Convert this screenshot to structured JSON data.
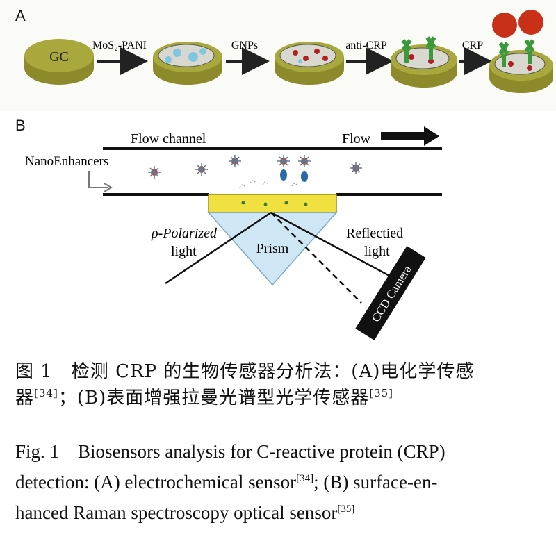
{
  "panel_a": {
    "label": "A",
    "electrode_label": "GC",
    "steps": [
      {
        "arrow_label": "MoS₂-PANI"
      },
      {
        "arrow_label": "GNPs"
      },
      {
        "arrow_label": "anti-CRP"
      },
      {
        "arrow_label": "CRP"
      }
    ]
  },
  "panel_b": {
    "label": "B",
    "flow_channel_label": "Flow channel",
    "flow_label": "Flow",
    "nanoenhancers_label": "NanoEnhancers",
    "polarized_label_line1": "ρ-Polarized",
    "polarized_label_line2": "light",
    "prism_label": "Prism",
    "reflected_label_line1": "Reflectied",
    "reflected_label_line2": "light",
    "camera_label": "CCD Camera"
  },
  "caption_cn": {
    "line1": "图 1　检测 CRP 的生物传感器分析法：(A)电化学传感",
    "line2_pre": "器",
    "ref1": "[34]",
    "line2_mid": "；(B)表面增强拉曼光谱型光学传感器",
    "ref2": "[35]"
  },
  "caption_en": {
    "line1": "Fig. 1　Biosensors analysis for C-reactive protein (CRP)",
    "line2_pre": "detection: (A) electrochemical sensor",
    "ref1": "[34]",
    "line2_post": "; (B) surface-en-",
    "line3_pre": "hanced Raman spectroscopy optical sensor",
    "ref2": "[35]"
  }
}
